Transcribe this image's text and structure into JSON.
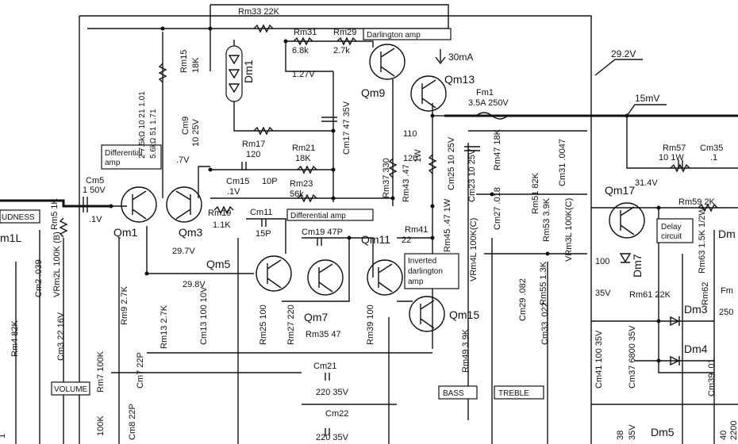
{
  "labels": {
    "rm33": "Rm33 22K",
    "rm31": "Rm31",
    "rm31v": "6.8k",
    "rm29": "Rm29",
    "rm29v": "2.7k",
    "darlington_top": "Darlington amp",
    "ma30": "30mA",
    "v292": "29.2V",
    "mv15": "15mV",
    "qm13": "Qm13",
    "qm9": "Qm9",
    "fm1": "Fm1",
    "fm1v": "3.5A 250V",
    "v127": "1.27V",
    "dm1": "Dm1",
    "rm15": "Rm15",
    "rm15v": "18K",
    "cm17": "Cm17 47 35V",
    "cm9": "Cm9",
    "cm9v": "10 25V",
    "res_table1": "2 7.5kΩ 10 21 1.01",
    "res_table2": "5.6kΩ 51 1.71",
    "diff_amp1": "Differential",
    "diff_amp1b": "amp",
    "v07": ".7V",
    "rm17": "Rm17",
    "rm17v": "120",
    "rm21": "Rm21",
    "rm21v": "18K",
    "cm15": "Cm15",
    "cm15v": "10P",
    "rm23": "Rm23",
    "rm23v": "56k",
    "rm37": "Rm37 330",
    "rm43": "Rm43 .47",
    "w1": "1W",
    "n110": "110",
    "n120": "120",
    "cm25": "Cm25 10 25V",
    "cm23": "Cm23 10 25V",
    "rm47": "Rm47 18K",
    "cm31": "Cm31 .0047",
    "rm57": "Rm57",
    "rm57v": "10 1W",
    "cm35": "Cm35",
    "cm35v": ".1",
    "qm17": "Qm17",
    "v314": "31.4V",
    "rm59": "Rm59 2K",
    "cm5": "Cm5",
    "cm5v": "1 50V",
    "v01a": ".1V",
    "v01b": ".1V",
    "qm1": "Qm1",
    "qm3": "Qm3",
    "rm19": "Rm19",
    "rm19v": "1.1K",
    "cm11": "Cm11",
    "cm11v": "15P",
    "diff_amp2": "Differential amp",
    "cm19": "Cm19 47P",
    "qm11": "Qm11",
    "rm41": "Rm41",
    "rm41v": "22",
    "rm45": "Rm45 .47 1W",
    "cm27": "Cm27 .018",
    "rm51": "Rm51 82K",
    "rm53": "Rm53 3.9K",
    "vrm3l": "VRm3L 100K(C)",
    "vrm4l": "VRm4L 100K(C)",
    "delay1": "Delay",
    "delay2": "circuit",
    "rm63": "Rm63 1.5K 1/2W",
    "dm_r": "Dm",
    "v297": "29.7V",
    "qm5": "Qm5",
    "v298": "29.8V",
    "inv_darl1": "Inverted",
    "inv_darl2": "darlington",
    "inv_darl3": "amp",
    "qm15": "Qm15",
    "cm29": "Cm29 .082",
    "rm55": "Rm55 1.3K",
    "cm33": "Cm33 .022",
    "dm7": "Dm7",
    "n100": "100",
    "v35": "35V",
    "rm61": "Rm61 22K",
    "dm3": "Dm3",
    "dm4": "Dm4",
    "rm62": "Rm62",
    "fm_r": "Fm",
    "n250": "250",
    "loudness": "UDNESS",
    "rm5": "Rm5 1K",
    "m1l": "m1L",
    "cm2": "Cm2 .039",
    "vrm2l": "VRm2L 100K (B)",
    "cm3": "Cm3 22 16V",
    "volume": "VOLUME",
    "rm4": "Rm4 82K",
    "rm9": "Rm9 2.7K",
    "rm13": "Rm13 2.7K",
    "cm13": "Cm13 100 10V",
    "rm25": "Rm25 100",
    "rm27": "Rm27 220",
    "qm7": "Qm7",
    "rm35": "Rm35 47",
    "rm39": "Rm39 100",
    "rm49": "Rm49 3.9K",
    "cm21": "Cm21",
    "cm21v": "220 35V",
    "bass": "BASS",
    "treble": "TREBLE",
    "cm41": "Cm41 100 35V",
    "cm37": "Cm37 6800 35V",
    "cm39": "Cm39 .01",
    "rm7": "Rm7 100K",
    "cm7": "Cm7 22P",
    "cm22": "Cm22",
    "cm22v": "220 35V",
    "n100k": "100K",
    "cm8": "Cm8 22P",
    "dm5": "Dm5",
    "v35b": "35V",
    "n38": "38",
    "n40": "40",
    "n2200": "2200",
    "n1l": "1"
  }
}
